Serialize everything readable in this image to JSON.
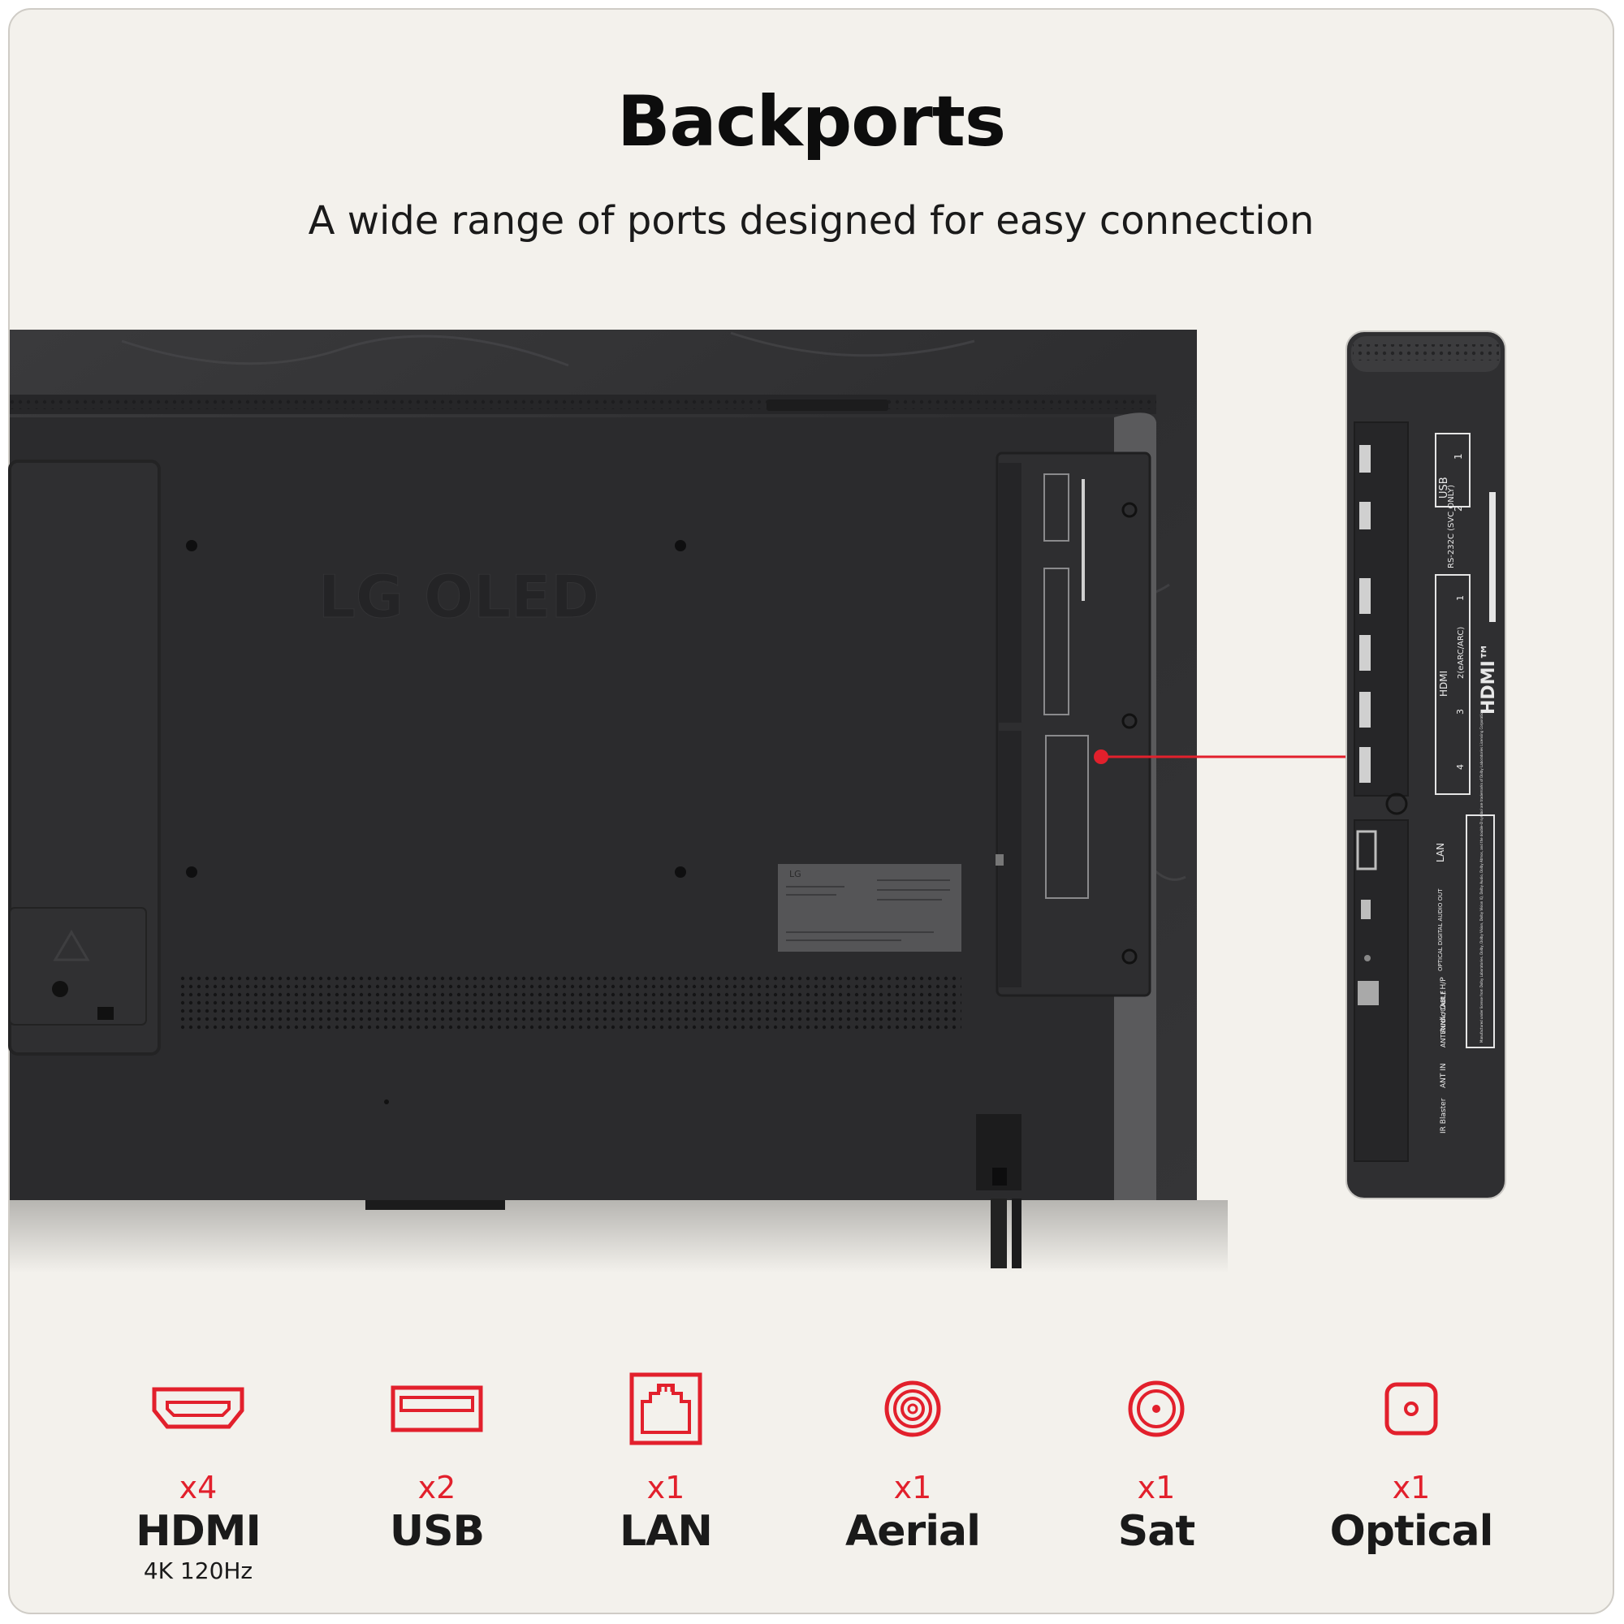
{
  "header": {
    "title": "Backports",
    "subtitle": "A wide range of ports designed for easy connection"
  },
  "tv": {
    "logo_text": "LG OLED",
    "label_brand": "LG"
  },
  "panel": {
    "usb_label": "USB",
    "usb_numbers": [
      "1",
      "2"
    ],
    "rs232_label": "RS-232C (SVC ONLY)",
    "hdmi_label": "HDMI",
    "hdmi_numbers": [
      "1",
      "2(eARC/ARC)",
      "3",
      "4"
    ],
    "hdmi_logo": "HDMI™",
    "lan_label": "LAN",
    "optical_label": "OPTICAL DIGITAL AUDIO OUT",
    "audio_label": "Audio Out / H/P",
    "antenna_label": "ANTENNA /CABLE",
    "ant_in_label": "ANT IN",
    "ir_label": "IR Blaster",
    "license_text": "Manufactured under license from Dolby Laboratories. Dolby, Dolby Vision, Dolby Vision IQ, Dolby Audio, Dolby Atmos, and the double-D symbol are trademarks of Dolby Laboratories Licensing Corporation."
  },
  "colors": {
    "accent": "#e2202c",
    "background": "#f3f1ec",
    "tv_back": "#2b2b2d"
  },
  "ports": [
    {
      "icon": "hdmi-icon",
      "count": "x4",
      "name": "HDMI",
      "note": "4K 120Hz"
    },
    {
      "icon": "usb-icon",
      "count": "x2",
      "name": "USB",
      "note": ""
    },
    {
      "icon": "lan-icon",
      "count": "x1",
      "name": "LAN",
      "note": ""
    },
    {
      "icon": "aerial-icon",
      "count": "x1",
      "name": "Aerial",
      "note": ""
    },
    {
      "icon": "sat-icon",
      "count": "x1",
      "name": "Sat",
      "note": ""
    },
    {
      "icon": "optical-icon",
      "count": "x1",
      "name": "Optical",
      "note": ""
    }
  ]
}
